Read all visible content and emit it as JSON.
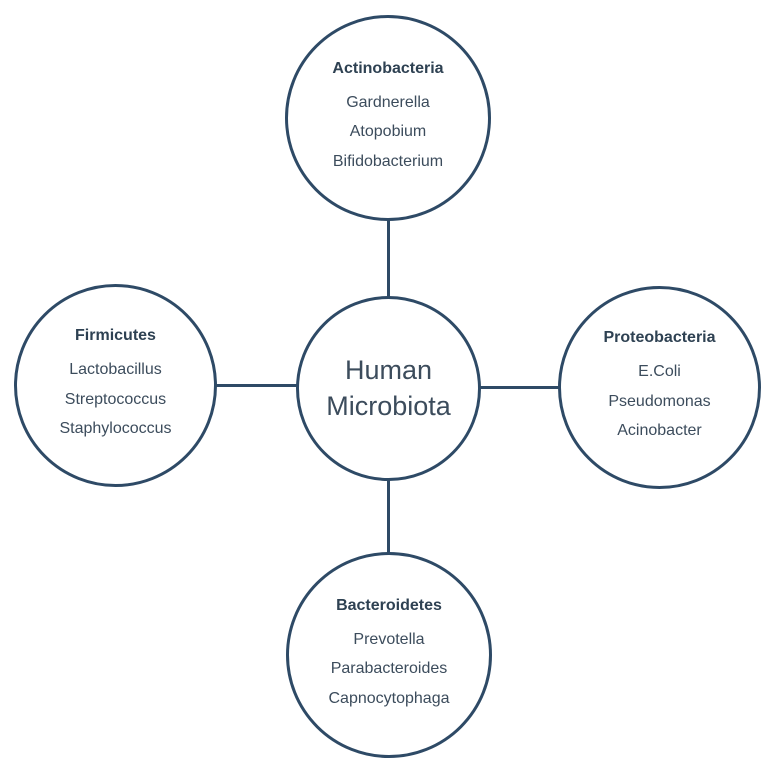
{
  "diagram": {
    "center": {
      "label": "Human Microbiota"
    },
    "nodes": [
      {
        "id": "actinobacteria",
        "position": "top",
        "title": "Actinobacteria",
        "items": [
          "Gardnerella",
          "Atopobium",
          "Bifidobacterium"
        ]
      },
      {
        "id": "firmicutes",
        "position": "left",
        "title": "Firmicutes",
        "items": [
          "Lactobacillus",
          "Streptococcus",
          "Staphylococcus"
        ]
      },
      {
        "id": "proteobacteria",
        "position": "right",
        "title": "Proteobacteria",
        "items": [
          "E.Coli",
          "Pseudomonas",
          "Acinobacter"
        ]
      },
      {
        "id": "bacteroidetes",
        "position": "bottom",
        "title": "Bacteroidetes",
        "items": [
          "Prevotella",
          "Parabacteroides",
          "Capnocytophaga"
        ]
      }
    ],
    "colors": {
      "stroke": "#2e4a66",
      "title_text": "#2e4152",
      "body_text": "#3c4c5c",
      "background": "#ffffff"
    }
  }
}
